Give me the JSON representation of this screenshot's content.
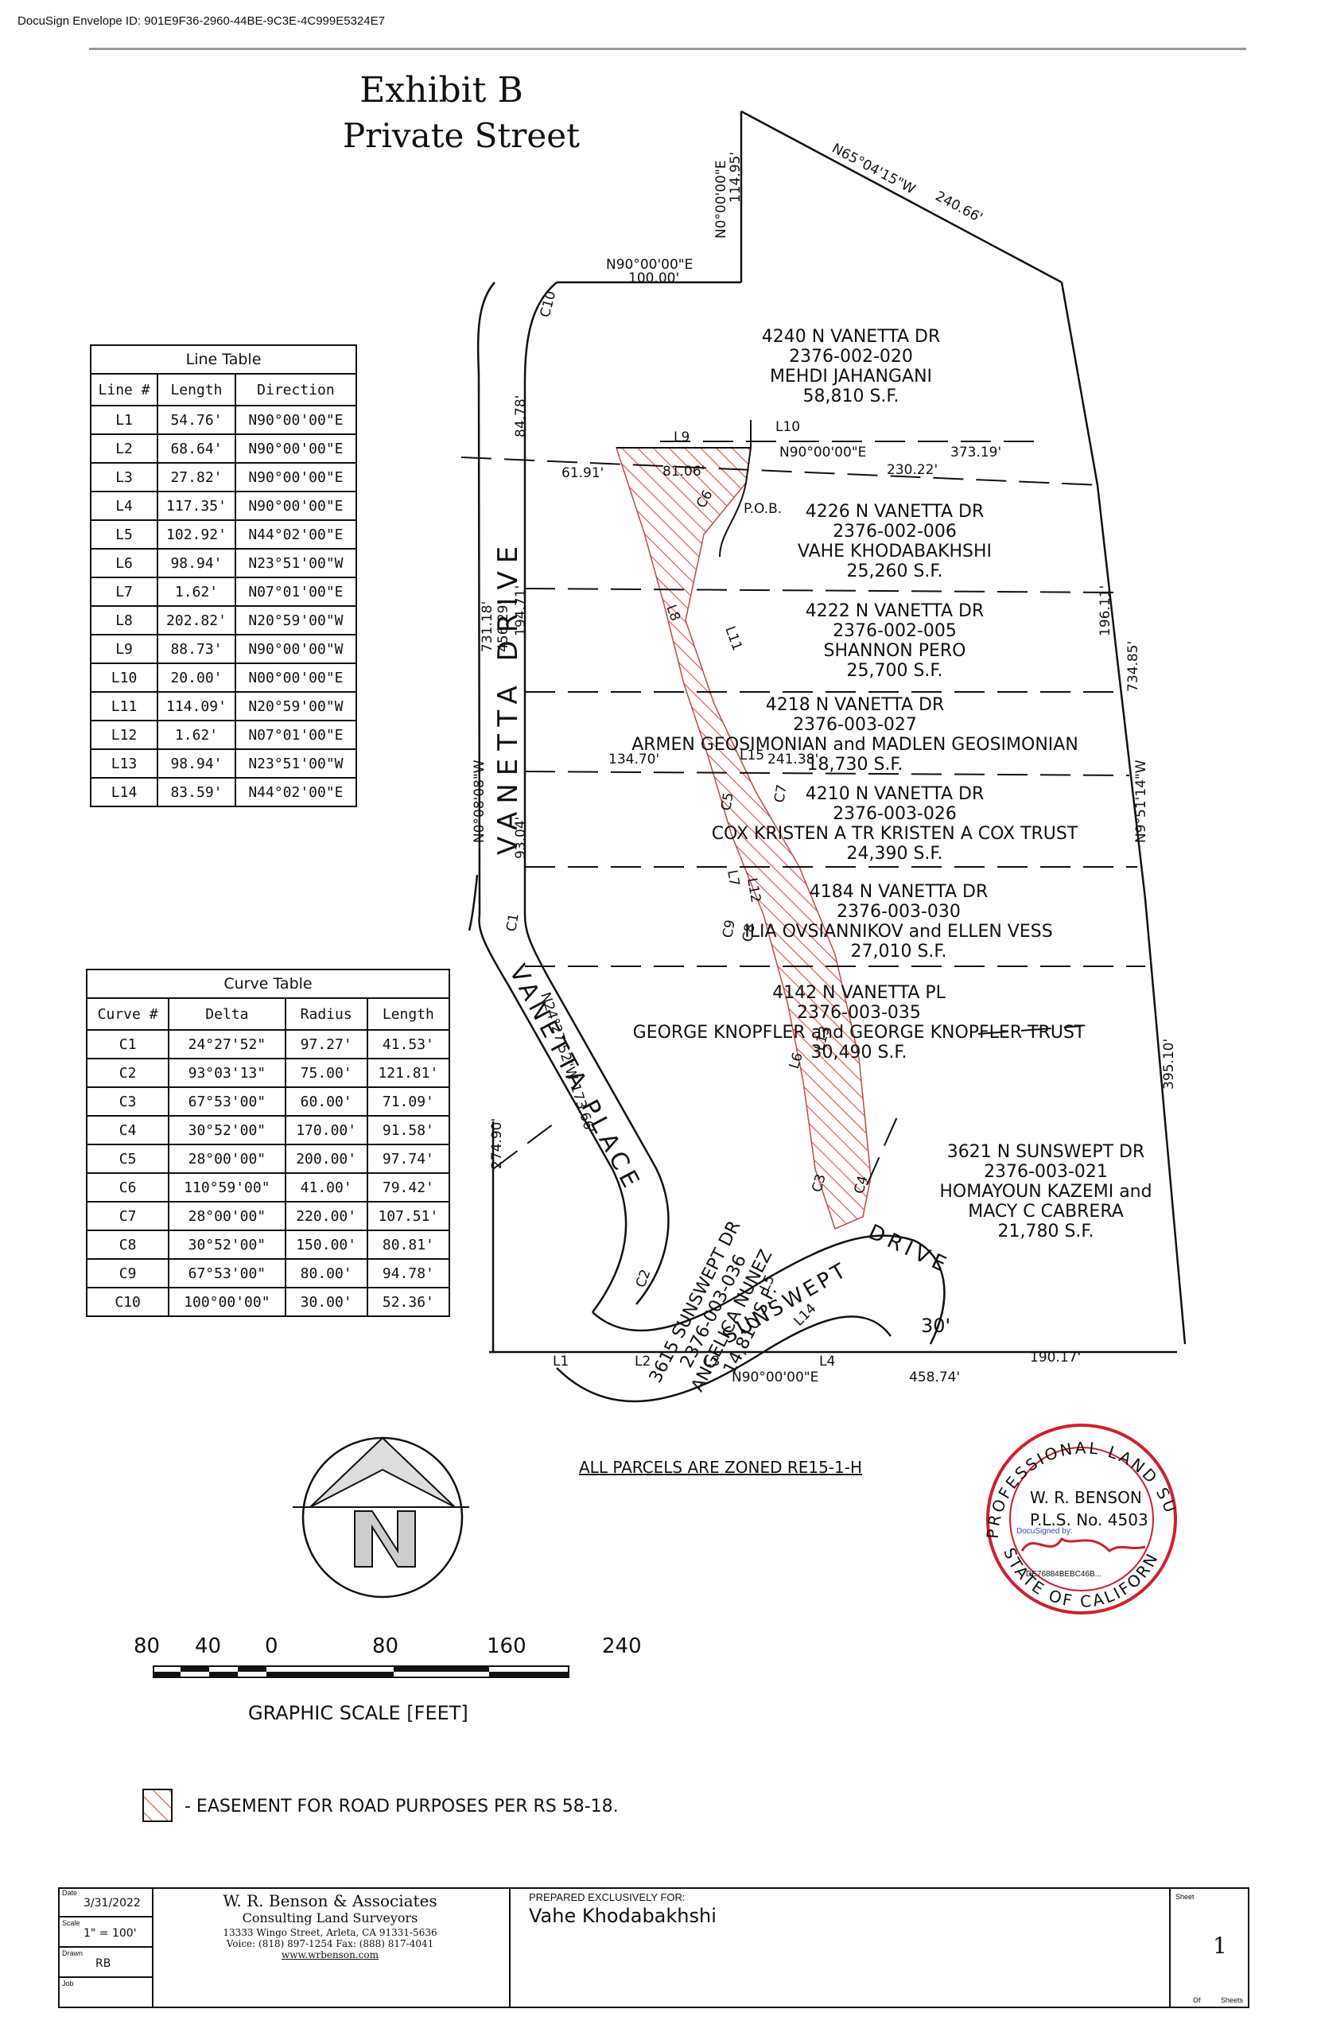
{
  "envelope_id": "DocuSign Envelope ID: 901E9F36-2960-44BE-9C3E-4C999E5324E7",
  "title": {
    "line1": "Exhibit B",
    "line2": "Private Street"
  },
  "line_table": {
    "caption": "Line Table",
    "headers": [
      "Line #",
      "Length",
      "Direction"
    ],
    "rows": [
      [
        "L1",
        "54.76'",
        "N90°00'00\"E"
      ],
      [
        "L2",
        "68.64'",
        "N90°00'00\"E"
      ],
      [
        "L3",
        "27.82'",
        "N90°00'00\"E"
      ],
      [
        "L4",
        "117.35'",
        "N90°00'00\"E"
      ],
      [
        "L5",
        "102.92'",
        "N44°02'00\"E"
      ],
      [
        "L6",
        "98.94'",
        "N23°51'00\"W"
      ],
      [
        "L7",
        "1.62'",
        "N07°01'00\"E"
      ],
      [
        "L8",
        "202.82'",
        "N20°59'00\"W"
      ],
      [
        "L9",
        "88.73'",
        "N90°00'00\"W"
      ],
      [
        "L10",
        "20.00'",
        "N00°00'00\"E"
      ],
      [
        "L11",
        "114.09'",
        "N20°59'00\"W"
      ],
      [
        "L12",
        "1.62'",
        "N07°01'00\"E"
      ],
      [
        "L13",
        "98.94'",
        "N23°51'00\"W"
      ],
      [
        "L14",
        "83.59'",
        "N44°02'00\"E"
      ]
    ]
  },
  "curve_table": {
    "caption": "Curve Table",
    "headers": [
      "Curve #",
      "Delta",
      "Radius",
      "Length"
    ],
    "rows": [
      [
        "C1",
        "24°27'52\"",
        "97.27'",
        "41.53'"
      ],
      [
        "C2",
        "93°03'13\"",
        "75.00'",
        "121.81'"
      ],
      [
        "C3",
        "67°53'00\"",
        "60.00'",
        "71.09'"
      ],
      [
        "C4",
        "30°52'00\"",
        "170.00'",
        "91.58'"
      ],
      [
        "C5",
        "28°00'00\"",
        "200.00'",
        "97.74'"
      ],
      [
        "C6",
        "110°59'00\"",
        "41.00'",
        "79.42'"
      ],
      [
        "C7",
        "28°00'00\"",
        "220.00'",
        "107.51'"
      ],
      [
        "C8",
        "30°52'00\"",
        "150.00'",
        "80.81'"
      ],
      [
        "C9",
        "67°53'00\"",
        "80.00'",
        "94.78'"
      ],
      [
        "C10",
        "100°00'00\"",
        "30.00'",
        "52.36'"
      ]
    ]
  },
  "parcels": [
    {
      "l1": "4240 N VANETTA DR",
      "l2": "2376-002-020",
      "l3": "MEHDI JAHANGANI",
      "l4": "58,810 S.F."
    },
    {
      "l1": "4226 N VANETTA DR",
      "l2": "2376-002-006",
      "l3": "VAHE KHODABAKHSHI",
      "l4": "25,260 S.F."
    },
    {
      "l1": "4222 N VANETTA DR",
      "l2": "2376-002-005",
      "l3": "SHANNON PERO",
      "l4": "25,700 S.F."
    },
    {
      "l1": "4218 N VANETTA DR",
      "l2": "2376-003-027",
      "l3": "ARMEN GEOSIMONIAN and MADLEN GEOSIMONIAN",
      "l4": "18,730 S.F."
    },
    {
      "l1": "4210 N VANETTA DR",
      "l2": "2376-003-026",
      "l3": "COX KRISTEN A TR KRISTEN A COX TRUST",
      "l4": "24,390 S.F."
    },
    {
      "l1": "4184 N VANETTA DR",
      "l2": "2376-003-030",
      "l3": "ILIA OVSIANNIKOV and ELLEN VESS",
      "l4": "27,010 S.F."
    },
    {
      "l1": "4142 N VANETTA PL",
      "l2": "2376-003-035",
      "l3": "GEORGE KNOPFLER and GEORGE KNOPFLER TRUST",
      "l4": "30,490 S.F."
    },
    {
      "l1": "3621 N SUNSWEPT DR",
      "l2": "2376-003-021",
      "l3": "HOMAYOUN KAZEMI and",
      "l4": "MACY C CABRERA",
      "l5": "21,780 S.F."
    },
    {
      "l1": "3615 SUNSWEPT DR",
      "l2": "2376-003-036",
      "l3": "ANGELICA NUNEZ",
      "l4": "14,810 S.F."
    }
  ],
  "streets": {
    "vanetta_drive": "VANETTA DRIVE",
    "vanetta_place": "VANETTA PLACE",
    "sunswept": "SUNSWEPT",
    "drive": "DRIVE",
    "width": "30'"
  },
  "plat_labels": {
    "b1": "N0°00'00\"E",
    "b1v": "114.95'",
    "b2": "N65°04'15\"W",
    "b2v": "240.66'",
    "b3": "N90°00'00\"E",
    "b3v": "100.00'",
    "b4": "N90°00'00\"E",
    "b4a": "373.19'",
    "b4b": "230.22'",
    "d1": "61.91'",
    "d2": "81.06'",
    "pob": "P.O.B.",
    "d84": "84.78'",
    "d731": "731.18'",
    "d456": "456.29'",
    "d194": "194.71'",
    "dnw": "N0°08'08\"W",
    "d93": "93.04'",
    "d134": "134.70'",
    "d241": "241.38'",
    "d196": "196.11'",
    "d734": "734.85'",
    "dn9": "N9°51'14\"W",
    "d395": "395.10'",
    "d274": "274.90'",
    "dn24": "N24°27'52\"W 173.66'",
    "bot": "N90°00'00\"E",
    "d458": "458.74'",
    "d190": "190.17'"
  },
  "line_labels": [
    "L1",
    "L2",
    "L3",
    "L4",
    "L5",
    "L6",
    "L7",
    "L8",
    "L9",
    "L10",
    "L11",
    "L12",
    "L13",
    "L14",
    "L15"
  ],
  "curve_labels": [
    "C1",
    "C2",
    "C3",
    "C4",
    "C5",
    "C6",
    "C7",
    "C8",
    "C9",
    "C10"
  ],
  "zoning_note": "ALL PARCELS ARE ZONED RE15-1-H",
  "scale": {
    "ticks": [
      "80",
      "40",
      "0",
      "80",
      "160",
      "240"
    ],
    "label": "GRAPHIC SCALE [FEET]"
  },
  "legend": {
    "text": "- EASEMENT FOR ROAD PURPOSES PER RS 58-18."
  },
  "seal": {
    "ring_top": "PROFESSIONAL LAND SURVEYOR",
    "ring_bottom": "STATE OF CALIFORNIA",
    "name": "W. R. BENSON",
    "license": "P.L.S. No. 4503",
    "docusigned": "DocuSigned by:",
    "hash": "DE76884BEBC46B..."
  },
  "title_block": {
    "date_label": "Date",
    "date": "3/31/2022",
    "scale_label": "Scale",
    "scale": "1\" = 100'",
    "drawn_label": "Drawn",
    "drawn": "RB",
    "job_label": "Job",
    "firm": "W. R. Benson & Associates",
    "firm_sub": "Consulting Land Surveyors",
    "address": "13333 Wingo Street, Arleta, CA 91331-5636",
    "phone": "Voice: (818) 897-1254   Fax: (888) 817-4041",
    "web": "www.wrbenson.com",
    "prepared_label": "PREPARED EXCLUSIVELY FOR:",
    "client": "Vahe Khodabakhshi",
    "sheet_label": "Sheet",
    "sheet": "1",
    "of_label": "Of",
    "sheets_label": "Sheets"
  },
  "colors": {
    "easement_hatch": "#e8383a",
    "seal_red": "#d0202a",
    "line": "#111111"
  }
}
